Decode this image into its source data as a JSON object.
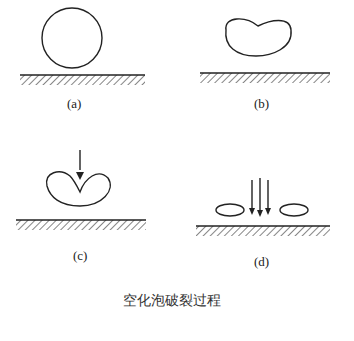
{
  "diagram": {
    "caption": "空化泡破裂过程",
    "labels": [
      "(a)",
      "(b)",
      "(c)",
      "(d)"
    ]
  }
}
